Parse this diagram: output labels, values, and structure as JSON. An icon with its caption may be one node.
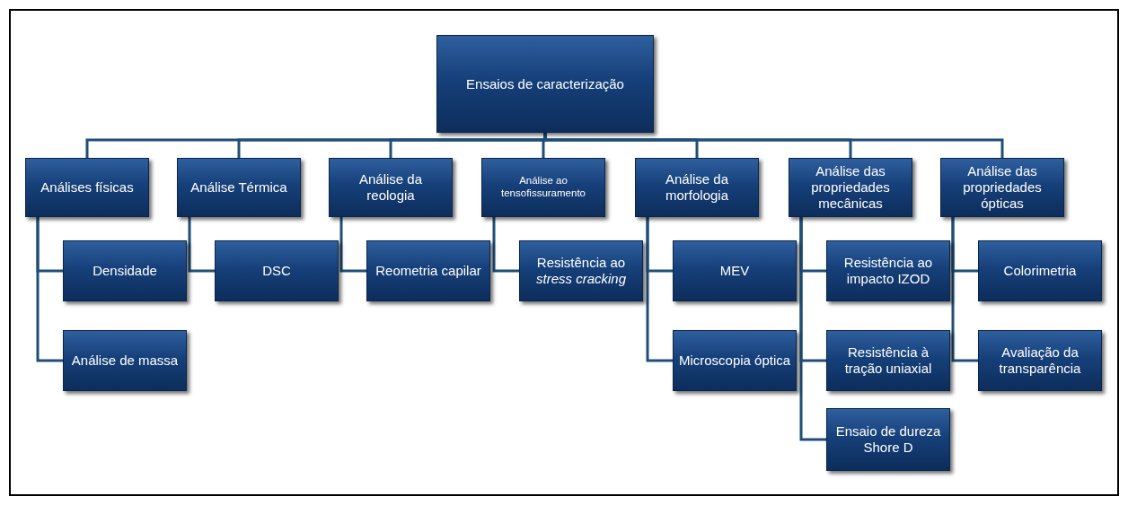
{
  "diagram": {
    "nodes": [
      {
        "text": [
          "Ensaios de caracterização"
        ]
      },
      {
        "text": [
          "Análises físicas"
        ]
      },
      {
        "text": [
          "Densidade"
        ]
      },
      {
        "text": [
          "Análise de massa"
        ]
      },
      {
        "text": [
          "Análise Térmica"
        ]
      },
      {
        "text": [
          "DSC"
        ]
      },
      {
        "text": [
          "Análise da reologia"
        ]
      },
      {
        "text": [
          "Reometria capilar"
        ]
      },
      {
        "text": [
          "Análise ao tensofissuramento"
        ]
      },
      {
        "text": [
          "Resistência ao *stress cracking*"
        ]
      },
      {
        "text": [
          "Análise da morfologia"
        ]
      },
      {
        "text": [
          "MEV"
        ]
      },
      {
        "text": [
          "Microscopia óptica"
        ]
      },
      {
        "text": [
          "Análise das propriedades mecânicas"
        ]
      },
      {
        "text": [
          "Resistência ao impacto IZOD"
        ]
      },
      {
        "text": [
          "Resistência à tração uniaxial"
        ]
      },
      {
        "text": [
          "Ensaio de dureza Shore D"
        ]
      },
      {
        "text": [
          "Análise das propriedades ópticas"
        ]
      },
      {
        "text": [
          "Colorimetria"
        ]
      },
      {
        "text": [
          "Avaliação da transparência"
        ]
      }
    ],
    "edges": [
      {
        "from": 0,
        "to": 1,
        "arrow": "none"
      },
      {
        "from": 0,
        "to": 4,
        "arrow": "none"
      },
      {
        "from": 0,
        "to": 6,
        "arrow": "none"
      },
      {
        "from": 0,
        "to": 8,
        "arrow": "none"
      },
      {
        "from": 0,
        "to": 10,
        "arrow": "none"
      },
      {
        "from": 0,
        "to": 13,
        "arrow": "none"
      },
      {
        "from": 0,
        "to": 17,
        "arrow": "none"
      },
      {
        "from": 1,
        "to": 2,
        "arrow": "none"
      },
      {
        "from": 1,
        "to": 3,
        "arrow": "none"
      },
      {
        "from": 4,
        "to": 5,
        "arrow": "none"
      },
      {
        "from": 6,
        "to": 7,
        "arrow": "none"
      },
      {
        "from": 8,
        "to": 9,
        "arrow": "none"
      },
      {
        "from": 10,
        "to": 11,
        "arrow": "none"
      },
      {
        "from": 10,
        "to": 12,
        "arrow": "none"
      },
      {
        "from": 13,
        "to": 14,
        "arrow": "none"
      },
      {
        "from": 13,
        "to": 15,
        "arrow": "none"
      },
      {
        "from": 13,
        "to": 16,
        "arrow": "none"
      },
      {
        "from": 17,
        "to": 18,
        "arrow": "none"
      },
      {
        "from": 17,
        "to": 19,
        "arrow": "none"
      }
    ]
  }
}
